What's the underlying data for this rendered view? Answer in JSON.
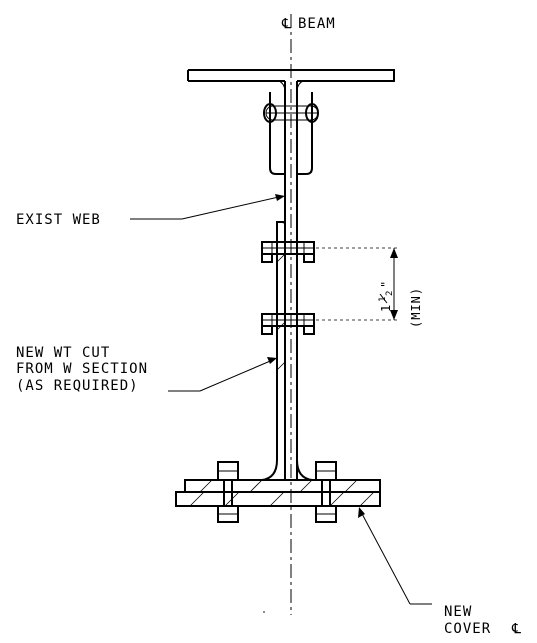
{
  "labels": {
    "centerline_symbol": "℄",
    "centerline": "BEAM",
    "exist_web": "EXIST WEB",
    "new_wt_line1": "NEW WT CUT",
    "new_wt_line2": "FROM W SECTION",
    "new_wt_line3": "(AS REQUIRED)",
    "spacing_whole": "1",
    "spacing_num": "1",
    "spacing_den": "2",
    "spacing_inch": "\"",
    "spacing_min": "(MIN)",
    "new_cover_line1": "NEW",
    "new_cover_line2": "COVER",
    "new_cover_symbol": "℄"
  }
}
